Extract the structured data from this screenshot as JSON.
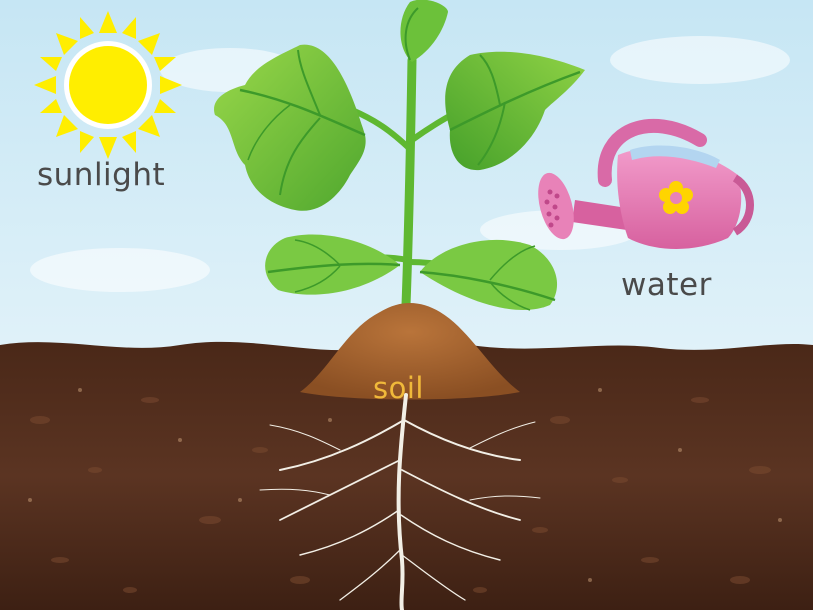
{
  "labels": {
    "sunlight": "sunlight",
    "water": "water",
    "soil": "soil"
  },
  "colors": {
    "sky_top": "#cde9f5",
    "sky_bottom": "#f2f9fc",
    "sun": "#ffee00",
    "leaf": "#7ac943",
    "leaf_dark": "#3d9a2a",
    "stem": "#5fb831",
    "soil_dark": "#3a1e10",
    "soil_mid": "#5a3320",
    "mound": "#a5652f",
    "can_pink": "#e882b8",
    "can_dark": "#c95a96",
    "flower": "#ffd400",
    "root": "#f2efe6",
    "label_text": "#4a4a4a",
    "soil_label": "#f0b93a"
  },
  "icons": [
    "sun-icon",
    "watering-can-icon",
    "plant-icon",
    "roots-icon"
  ]
}
